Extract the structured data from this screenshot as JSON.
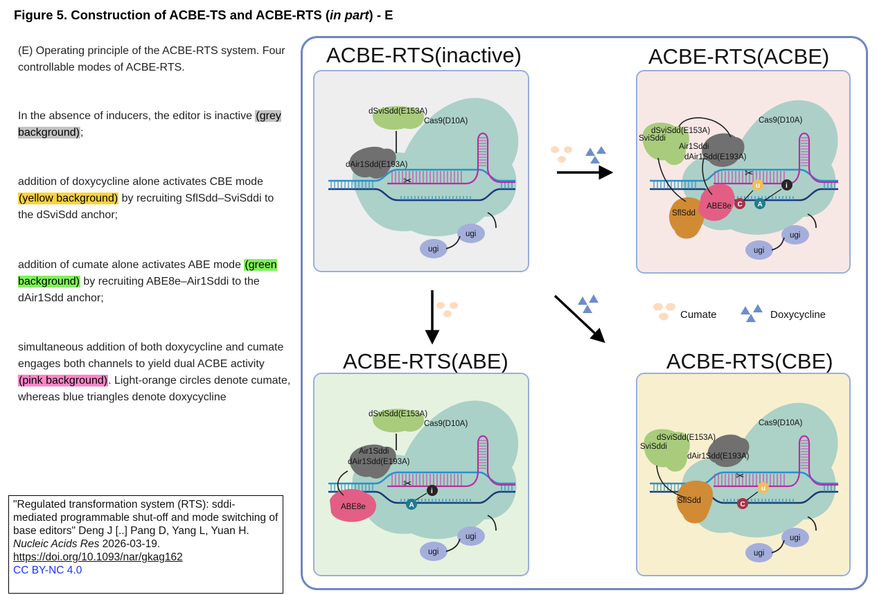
{
  "figure": {
    "title_main": "Figure 5. Construction of ACBE-TS and ACBE-RTS (",
    "title_italic": "in part",
    "title_end": ") - E"
  },
  "caption": {
    "intro": "(E) Operating principle of the ACBE-RTS system. Four controllable modes of ACBE-RTS.",
    "p1_pre": "In the absence of inducers, the editor is inactive ",
    "p1_hl": "(grey background)",
    "p1_post": ";",
    "p2_pre": "addition of doxycycline alone activates CBE mode ",
    "p2_hl": "(yellow background)",
    "p2_post": " by recruiting SflSdd–SviSddi to the dSviSdd anchor;",
    "p3_pre": "addition of cumate alone activates ABE mode ",
    "p3_hl": "(green background)",
    "p3_post": " by recruiting ABE8e–Air1Sddi to the dAir1Sdd anchor;",
    "p4_pre": "simultaneous addition of both doxycycline and cumate engages both channels to yield dual ACBE activity ",
    "p4_hl": "(pink background)",
    "p4_post": ". Light-orange circles denote cumate, whereas blue triangles denote doxycycline"
  },
  "citation": {
    "text": "\"Regulated transformation system (RTS): sddi-mediated programmable shut-off and mode switching of base editors\" Deng J [..] Pang D, Yang L, Yuan H.",
    "journal": "Nucleic Acids Res",
    "date": " 2026-03-19.",
    "doi": "https://doi.org/10.1093/nar/gkag162",
    "license": "CC BY-NC 4.0"
  },
  "colors": {
    "frame": "#6f86c4",
    "inactive_bg": "#eeeeee",
    "acbe_bg": "#f8e8e5",
    "abe_bg": "#e6f2e0",
    "cbe_bg": "#f8efcf",
    "cas9": "#a3cdc4",
    "cumate": "#fbdcc0",
    "doxycycline": "#6f8ccb"
  },
  "panels": {
    "inactive": {
      "title": "ACBE-RTS(inactive)",
      "labels": {
        "cas9": "Cas9(D10A)",
        "dsvi": "dSviSdd(E153A)",
        "dair": "dAir1Sdd(E193A)",
        "ugi1": "ugi",
        "ugi2": "ugi"
      }
    },
    "acbe": {
      "title": "ACBE-RTS(ACBE)",
      "labels": {
        "cas9": "Cas9(D10A)",
        "dsvi": "dSviSdd(E153A)",
        "svisddi": "SviSddi",
        "air1sddi": "Air1Sddi",
        "dair": "dAir1Sdd(E193A)",
        "abe8e": "ABE8e",
        "sflsdd": "SflSdd",
        "ugi1": "ugi",
        "ugi2": "ugi",
        "base_c": "C",
        "base_a": "A",
        "base_u": "u",
        "base_i": "i"
      }
    },
    "abe": {
      "title": "ACBE-RTS(ABE)",
      "labels": {
        "cas9": "Cas9(D10A)",
        "dsvi": "dSviSdd(E153A)",
        "air1sddi": "Air1Sddi",
        "dair": "dAir1Sdd(E193A)",
        "abe8e": "ABE8e",
        "ugi1": "ugi",
        "ugi2": "ugi",
        "base_a": "A",
        "base_i": "i"
      }
    },
    "cbe": {
      "title": "ACBE-RTS(CBE)",
      "labels": {
        "cas9": "Cas9(D10A)",
        "dsvi": "dSviSdd(E153A)",
        "svisddi": "SviSddi",
        "dair": "dAir1Sdd(E193A)",
        "sflsdd": "SflSdd",
        "ugi1": "ugi",
        "ugi2": "ugi",
        "base_c": "C",
        "base_u": "u"
      }
    }
  },
  "legend": {
    "cumate": "Cumate",
    "doxycycline": "Doxycycline"
  }
}
